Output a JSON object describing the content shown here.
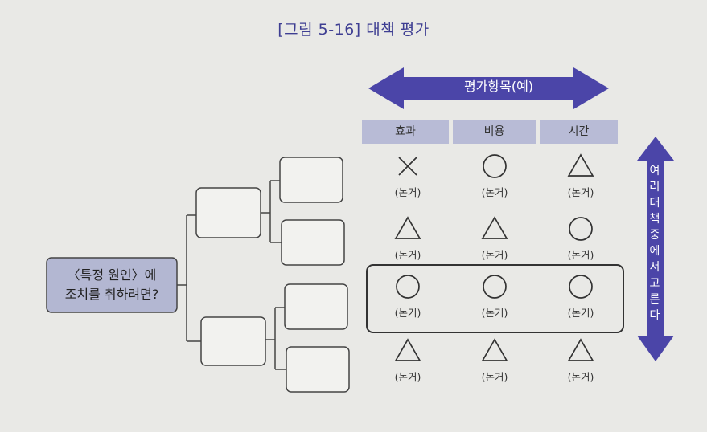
{
  "title": "[그림 5-16] 대책 평가",
  "horizontal_arrow": {
    "label": "평가항목(예)"
  },
  "columns": [
    "효과",
    "비용",
    "시간"
  ],
  "vertical_arrow": {
    "chars": [
      "여",
      "러",
      "대",
      "책",
      "중",
      "에",
      "서",
      "고",
      "른",
      "다"
    ]
  },
  "cause_box": {
    "line1": "〈특정 원인〉에",
    "line2": "조치를 취하려면?"
  },
  "evaluation": [
    {
      "marks": [
        "cross",
        "circle",
        "triangle"
      ],
      "captions": [
        "(논거)",
        "(논거)",
        "(논거)"
      ]
    },
    {
      "marks": [
        "triangle",
        "triangle",
        "circle"
      ],
      "captions": [
        "(논거)",
        "(논거)",
        "(논거)"
      ]
    },
    {
      "marks": [
        "circle",
        "circle",
        "circle"
      ],
      "captions": [
        "(논거)",
        "(논거)",
        "(논거)"
      ],
      "highlighted": true
    },
    {
      "marks": [
        "triangle",
        "triangle",
        "triangle"
      ],
      "captions": [
        "(논거)",
        "(논거)",
        "(논거)"
      ]
    }
  ],
  "colors": {
    "arrow": "#4b45a8",
    "header": "#b8bbd6",
    "cause_box": "#b3b7d2",
    "title": "#3e3e92"
  }
}
